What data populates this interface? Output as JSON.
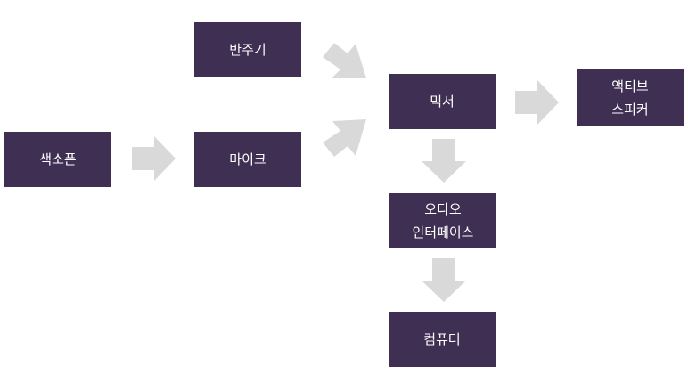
{
  "diagram": {
    "nodes": {
      "saxophone": "색소폰",
      "backing_track": "반주기",
      "microphone": "마이크",
      "mixer": "믹서",
      "active_speaker": [
        "액티브",
        "스피커"
      ],
      "audio_interface": [
        "오디오",
        "인터페이스"
      ],
      "computer": "컴퓨터"
    },
    "colors": {
      "node_fill": "#3f2f52",
      "node_text": "#ffffff",
      "arrow_fill": "#d9d9d9"
    }
  }
}
